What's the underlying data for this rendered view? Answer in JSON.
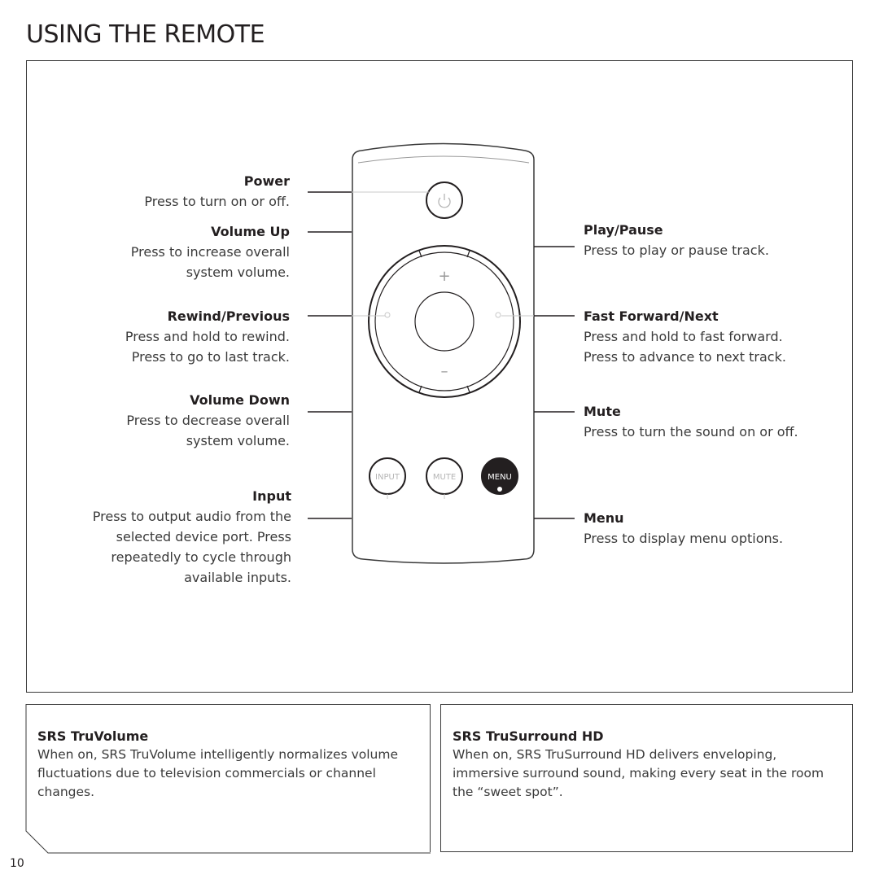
{
  "page": {
    "title": "USING THE REMOTE",
    "number": "10"
  },
  "left_labels": [
    {
      "heading": "Power",
      "desc": "Press to turn on or off."
    },
    {
      "heading": "Volume Up",
      "desc": "Press to increase overall\nsystem volume."
    },
    {
      "heading": "Rewind/Previous",
      "desc": "Press and hold to rewind.\nPress to go to last track."
    },
    {
      "heading": "Volume Down",
      "desc": "Press to decrease overall\nsystem volume."
    },
    {
      "heading": "Input",
      "desc": "Press to output audio from the\nselected device port. Press\nrepeatedly to cycle through\navailable inputs."
    }
  ],
  "right_labels": [
    {
      "heading": "Play/Pause",
      "desc": "Press to play or pause track."
    },
    {
      "heading": "Fast Forward/Next",
      "desc": "Press and hold to fast forward.\nPress to advance to next track."
    },
    {
      "heading": "Mute",
      "desc": "Press to turn the sound on or off."
    },
    {
      "heading": "Menu",
      "desc": "Press to display menu options."
    }
  ],
  "remote": {
    "plus_symbol": "+",
    "minus_symbol": "–",
    "input_label": "INPUT",
    "mute_label": "MUTE",
    "menu_label": "MENU",
    "power_icon": "power-icon"
  },
  "info_boxes": [
    {
      "title": "SRS TruVolume",
      "text": "When on, SRS TruVolume intelligently normalizes volume fluctuations due to television commercials or channel changes."
    },
    {
      "title": "SRS TruSurround HD",
      "text": "When on, SRS TruSurround HD delivers enveloping, immersive surround sound, making every seat in the room the “sweet spot”."
    }
  ]
}
